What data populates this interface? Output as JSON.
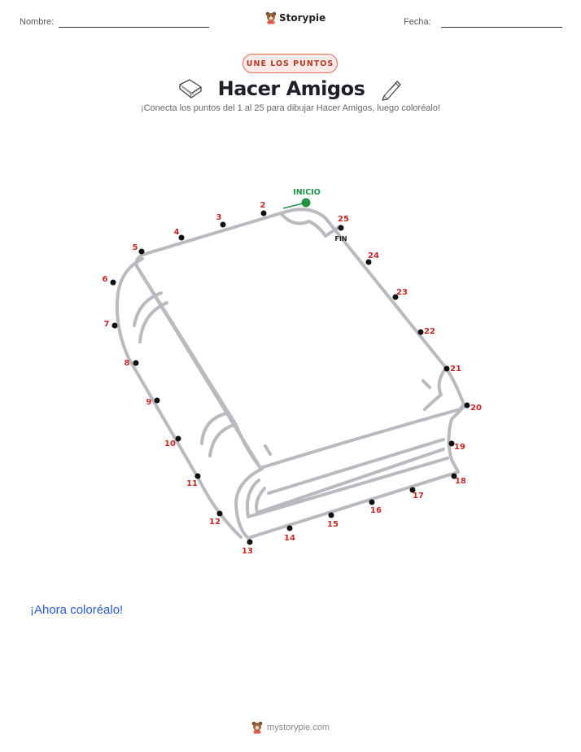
{
  "header": {
    "name_label": "Nombre:",
    "date_label": "Fecha:",
    "brand": "Storypie",
    "brand_icon": "bear-mascot-icon"
  },
  "badge": "UNE LOS PUNTOS",
  "title": "Hacer Amigos",
  "title_icons": [
    "book-icon",
    "pencil-icon"
  ],
  "subtitle": "¡Conecta los puntos del 1 al 25 para dibujar Hacer Amigos, luego coloréalo!",
  "start_label": "INICIO",
  "end_label": "FIN",
  "dot_numbers": [
    "2",
    "3",
    "4",
    "5",
    "6",
    "7",
    "8",
    "9",
    "10",
    "11",
    "12",
    "13",
    "14",
    "15",
    "16",
    "17",
    "18",
    "19",
    "20",
    "21",
    "22",
    "23",
    "24",
    "25"
  ],
  "colors": {
    "number_red": "#c62828",
    "start_green": "#1e9444",
    "outline_gray": "#b9b9bf",
    "badge_border": "#e06a5a",
    "link_blue": "#2a5bd7"
  },
  "color_note": "¡Ahora coloréalo!",
  "footer": "mystorypie.com"
}
